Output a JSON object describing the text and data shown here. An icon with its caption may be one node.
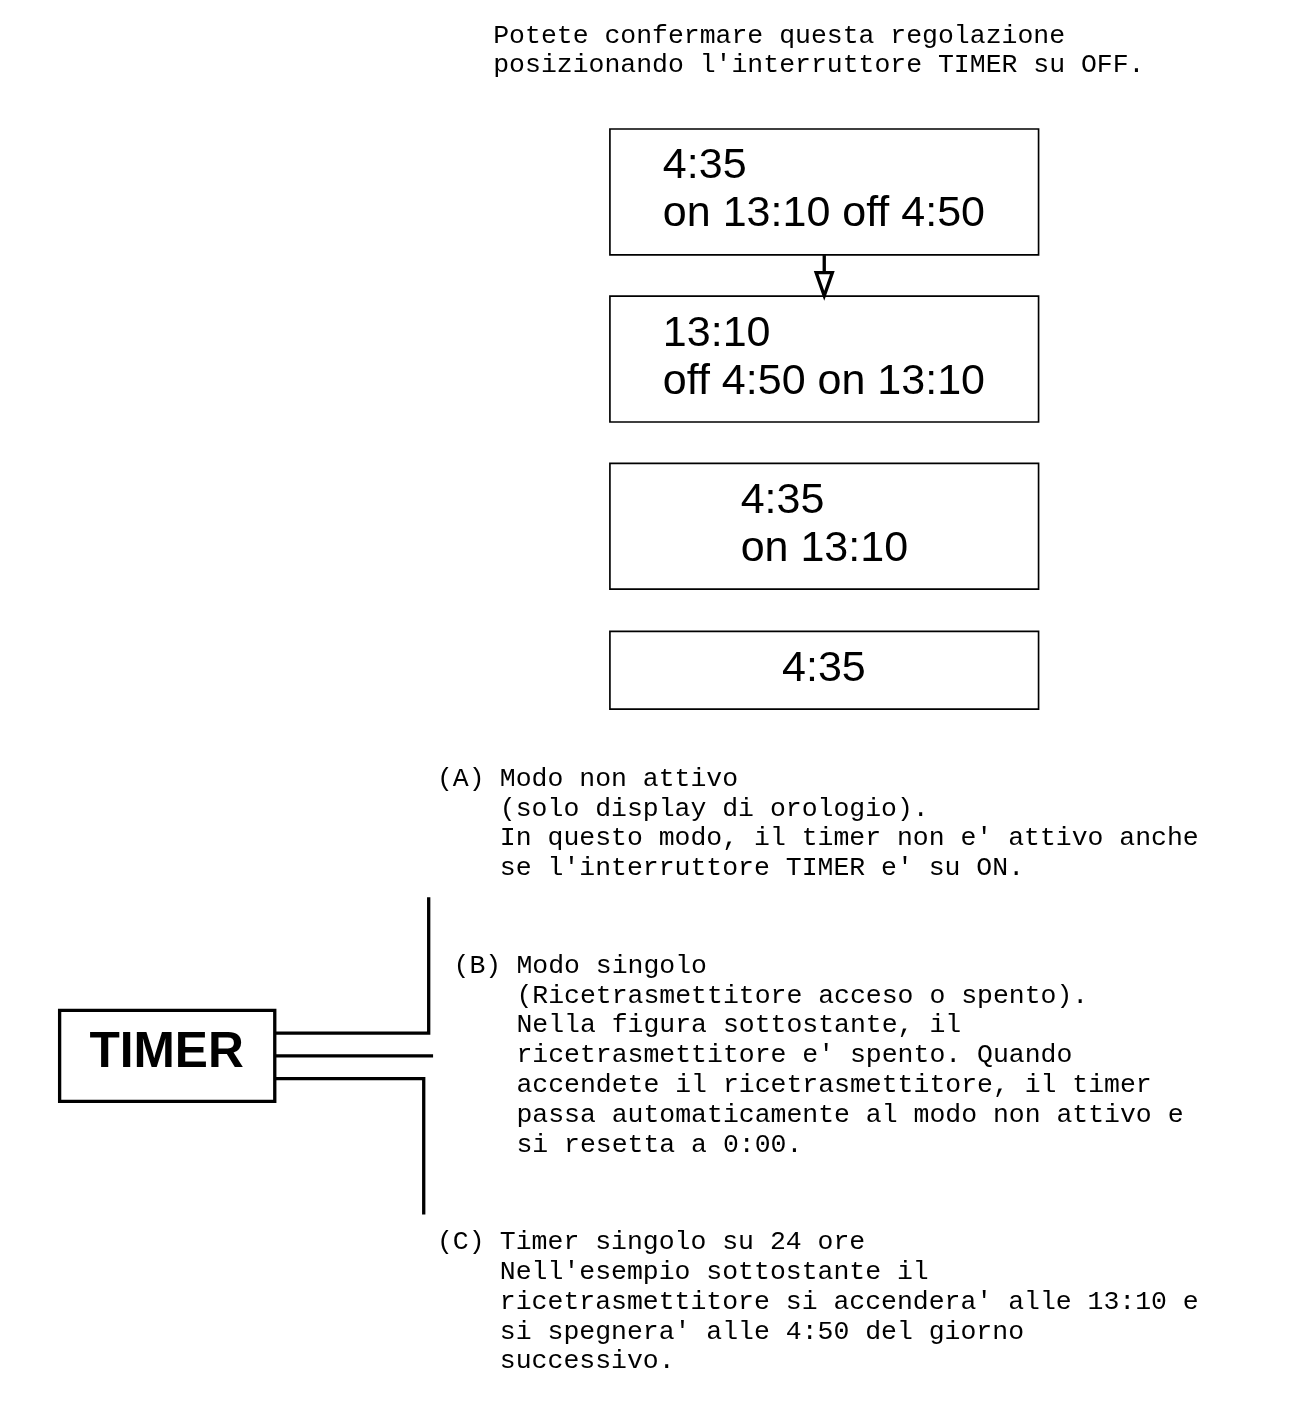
{
  "diagram": {
    "nodes": [
      {
        "text": [
          "TIMER"
        ]
      },
      {
        "text": [
          "(A)"
        ],
        "beside": [
          "Modo non attivo",
          "(solo display di orologio).",
          "In questo modo, il timer non e' attivo anche se l'interruttore TIMER e' su ON."
        ]
      },
      {
        "text": [
          "4:35"
        ]
      },
      {
        "text": [
          "(B)"
        ],
        "beside": [
          "Modo singolo",
          "(Ricetrasmettitore acceso o spento).",
          "Nella figura sottostante, il ricetrasmettitore e' spento. Quando accendete il ricetrasmettitore, il timer passa automaticamente al modo non attivo e si resetta a 0:00."
        ]
      },
      {
        "text": [
          "4:35",
          "on 13:10"
        ]
      },
      {
        "text": [
          "(C)"
        ],
        "beside": [
          "Timer singolo su 24 ore",
          "Nell'esempio sottostante il ricetrasmettitore si accendera' alle 13:10 e si spegnera' alle 4:50 del giorno successivo."
        ]
      },
      {
        "text": [
          "4:35",
          "on 13:10 off 4:50"
        ]
      },
      {
        "text": [
          "13:10",
          "off 4:50 on 13:10"
        ]
      }
    ],
    "edges": [
      {
        "from": 0,
        "to": 1,
        "arrow": "none"
      },
      {
        "from": 0,
        "to": 3,
        "arrow": "none"
      },
      {
        "from": 0,
        "to": 5,
        "arrow": "none"
      },
      {
        "from": 6,
        "to": 7,
        "arrow": "to"
      }
    ],
    "labels": [
      "Potete confermare questa regolazione posizionando l'interruttore TIMER su OFF."
    ]
  }
}
